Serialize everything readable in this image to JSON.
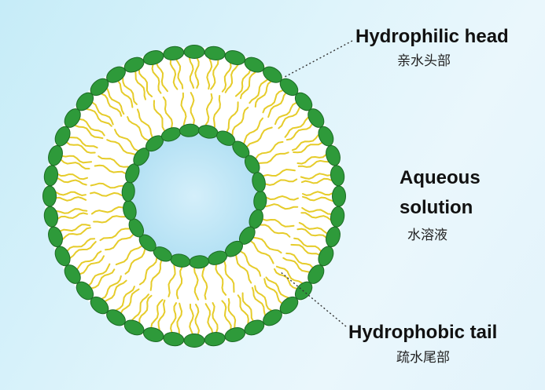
{
  "labels": {
    "head_en": "Hydrophilic head",
    "head_cn": "亲水头部",
    "aqueous_en_line1": "Aqueous",
    "aqueous_en_line2": "solution",
    "aqueous_cn": "水溶液",
    "tail_en": "Hydrophobic tail",
    "tail_cn": "疏水尾部"
  },
  "colors": {
    "head_fill": "#2e9a3a",
    "head_stroke": "#1c6b24",
    "tail": "#e6cc2a",
    "core": "#bfe6f6",
    "bilayer_white": "#ffffff",
    "leader": "#333333"
  }
}
